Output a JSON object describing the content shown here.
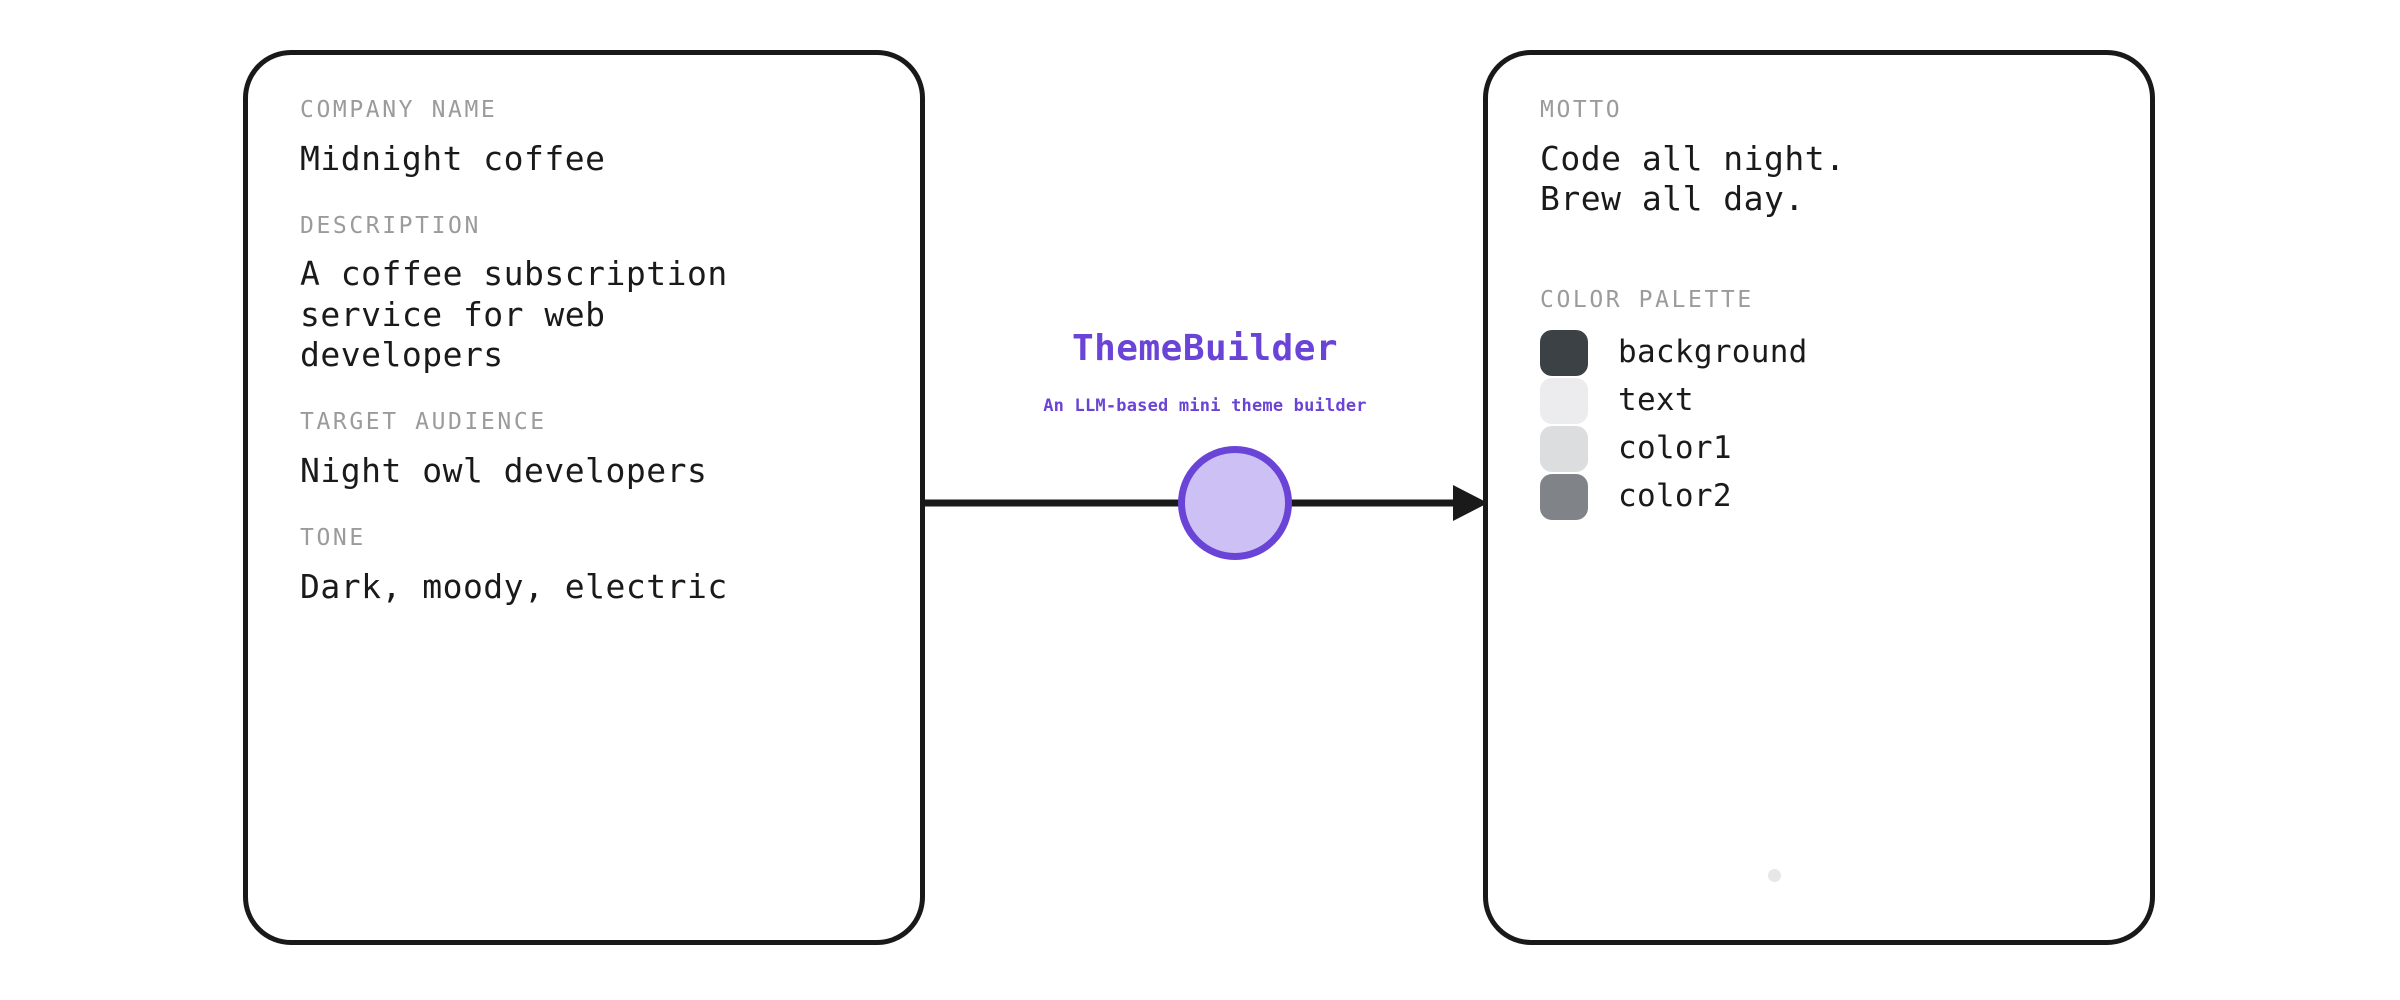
{
  "input_card": {
    "fields": [
      {
        "label": "COMPANY NAME",
        "value": "Midnight coffee"
      },
      {
        "label": "DESCRIPTION",
        "value": "A coffee subscription\nservice for web\ndevelopers"
      },
      {
        "label": "TARGET AUDIENCE",
        "value": "Night owl developers"
      },
      {
        "label": "TONE",
        "value": "Dark, moody, electric"
      }
    ]
  },
  "connector": {
    "brand_title": "ThemeBuilder",
    "brand_subtitle": "An LLM-based mini theme builder",
    "accent_color": "#6a44d6",
    "node_fill": "#cdc0f4",
    "arrow_color": "#1a1a1a"
  },
  "output_card": {
    "motto": {
      "label": "MOTTO",
      "value": "Code all night.\nBrew all day."
    },
    "palette": {
      "label": "COLOR PALETTE",
      "swatches": [
        {
          "name": "background",
          "hex": "#3c4146"
        },
        {
          "name": "text",
          "hex": "#ececee"
        },
        {
          "name": "color1",
          "hex": "#dcdddf"
        },
        {
          "name": "color2",
          "hex": "#808488"
        }
      ]
    }
  }
}
